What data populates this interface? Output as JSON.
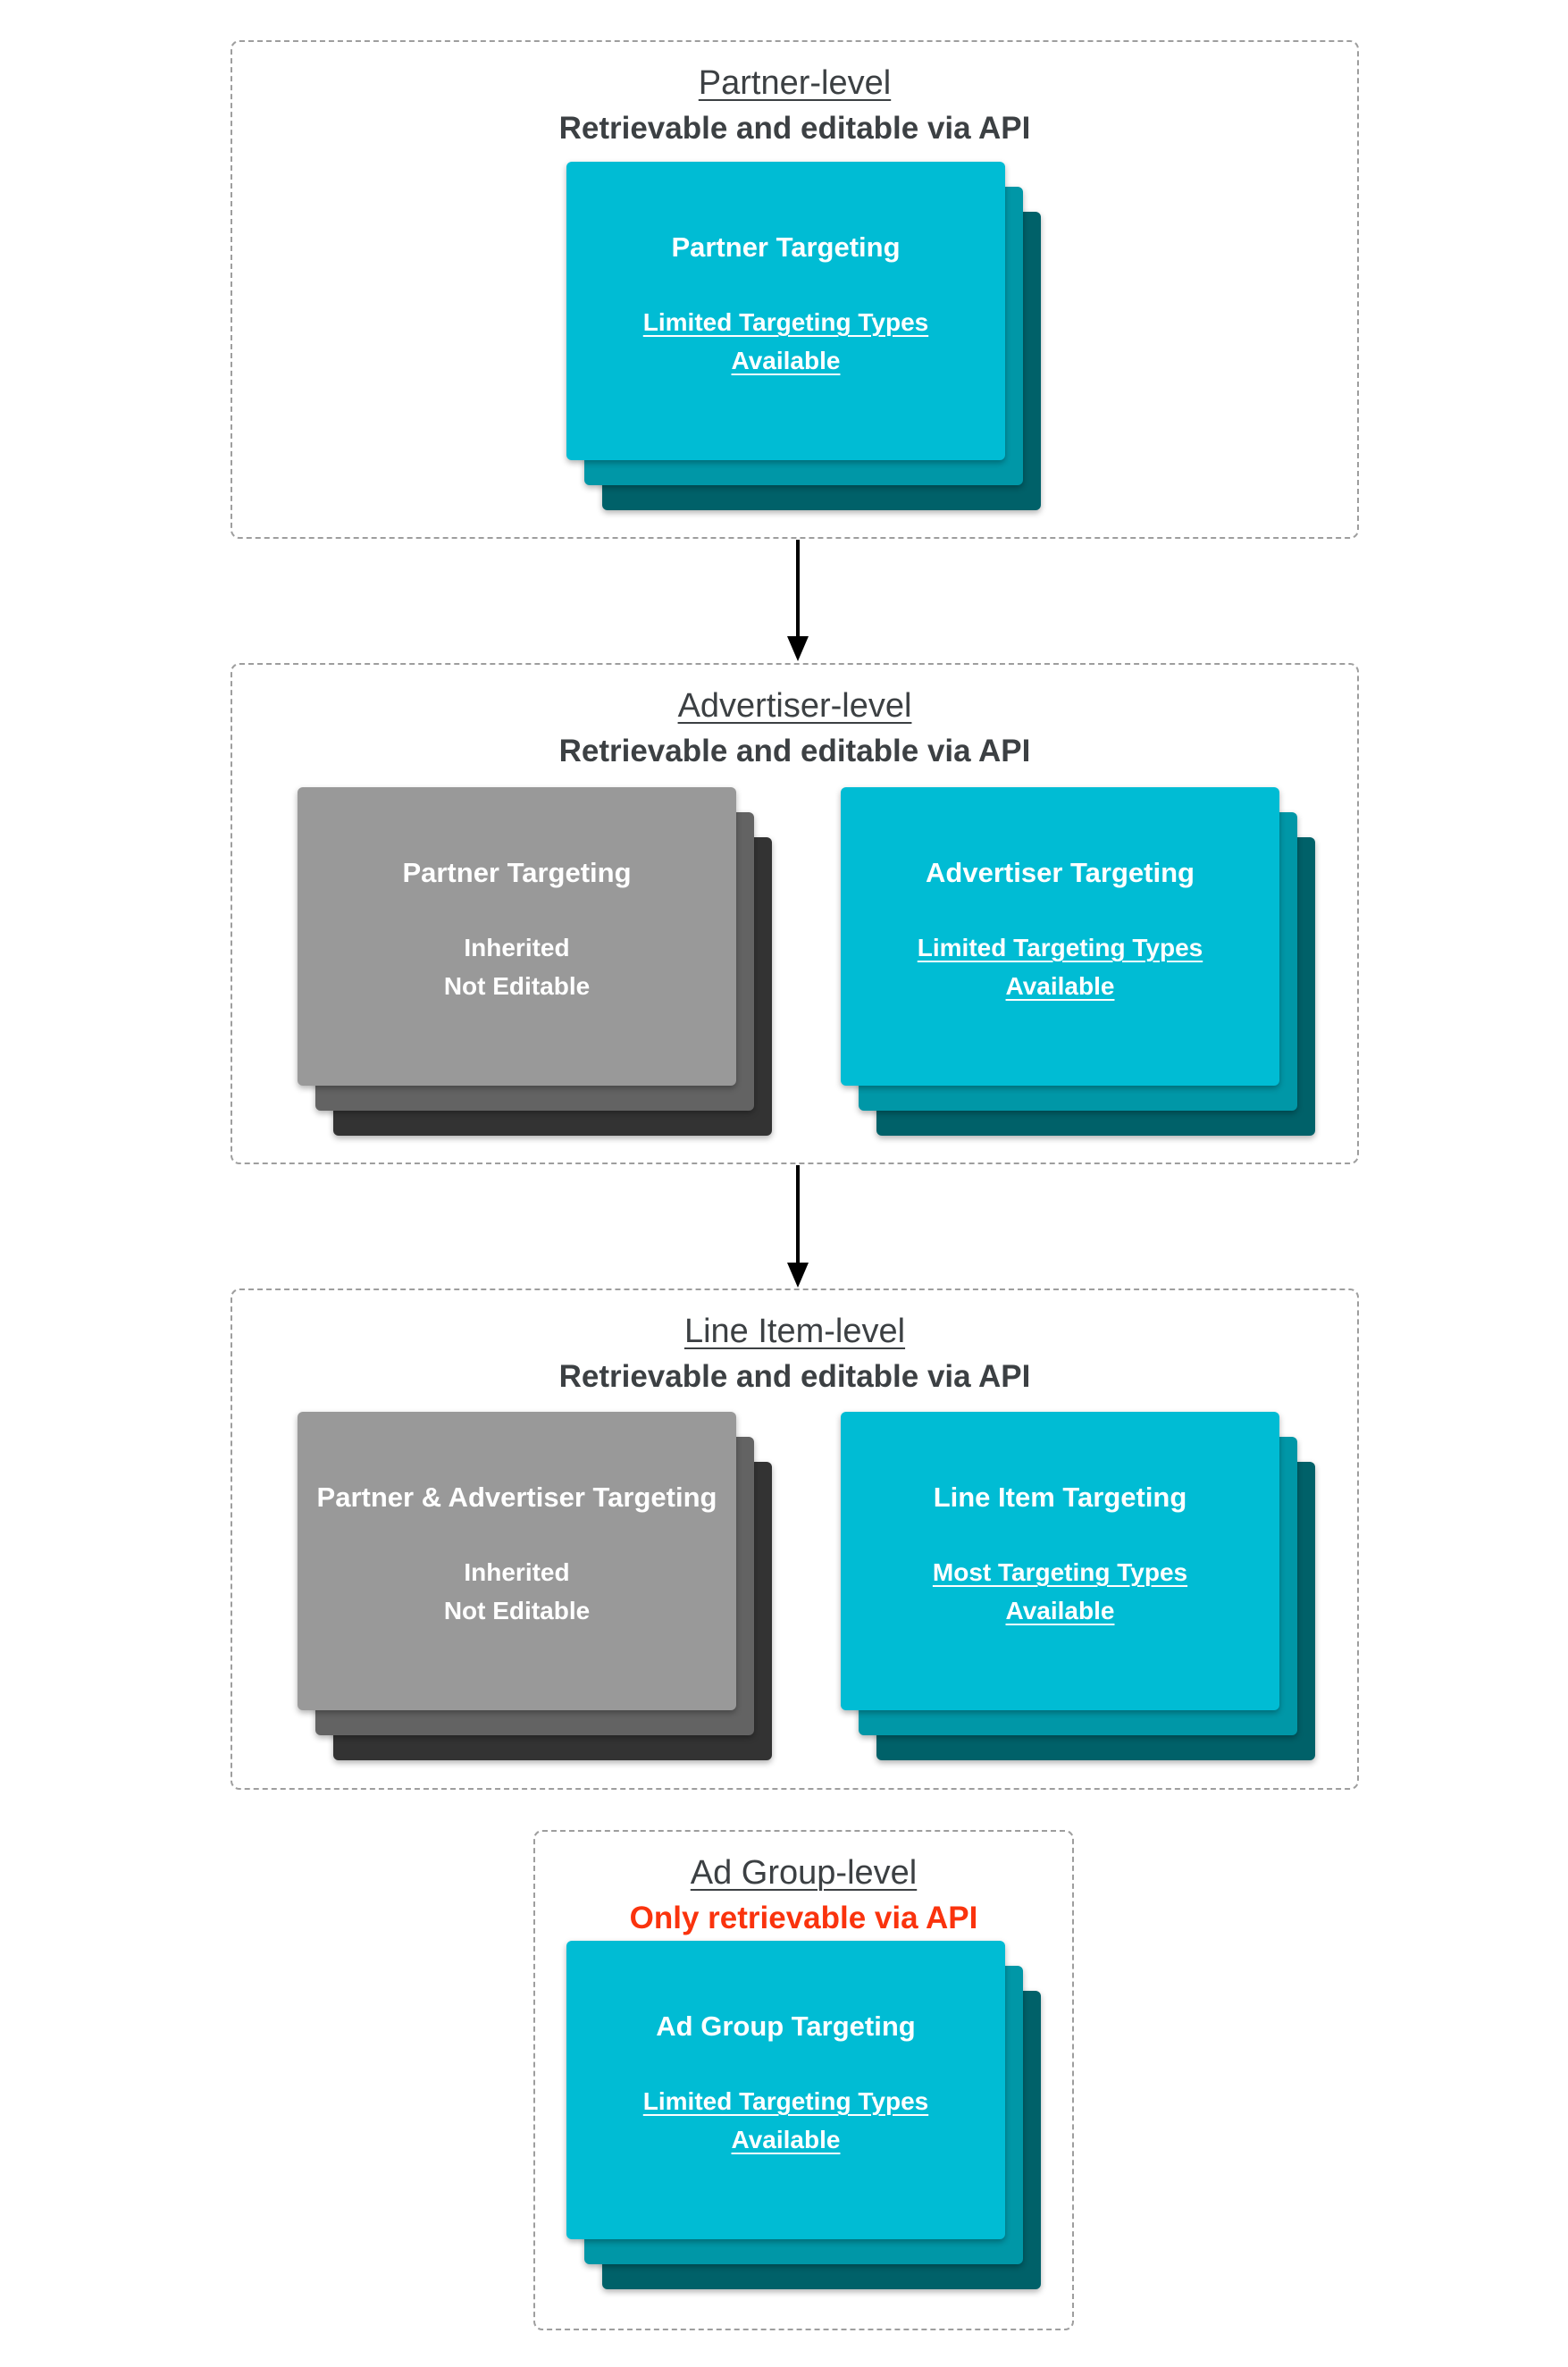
{
  "diagram": {
    "description": "Targeting hierarchy flow diagram with four levels connected by arrows",
    "colors": {
      "teal_card_front": "#00bcd4",
      "teal_card_middle": "#0097a7",
      "teal_card_back": "#006169",
      "gray_card_front": "#999999",
      "gray_card_middle": "#636363",
      "gray_card_back": "#333333",
      "header_text": "#3c4043",
      "red_subtitle_text": "#fa330d",
      "dashed_border": "#9e9e9e",
      "card_text": "#ffffff",
      "arrow": "#000000"
    },
    "sections": [
      {
        "title": "Partner-level",
        "subtitle": "Retrievable and editable via API",
        "subtitle_style": "dark",
        "cards": [
          {
            "variant": "teal",
            "title": "Partner Targeting",
            "sub_lines": [
              "Limited Targeting Types",
              "Available"
            ],
            "sub_underlined": true
          }
        ],
        "arrow_after": true
      },
      {
        "title": "Advertiser-level",
        "subtitle": "Retrievable and editable via API",
        "subtitle_style": "dark",
        "cards": [
          {
            "variant": "gray",
            "title": "Partner Targeting",
            "sub_lines": [
              "Inherited",
              "Not Editable"
            ],
            "sub_underlined": false
          },
          {
            "variant": "teal",
            "title": "Advertiser Targeting",
            "sub_lines": [
              "Limited Targeting Types",
              "Available"
            ],
            "sub_underlined": true
          }
        ],
        "arrow_after": true
      },
      {
        "title": "Line Item-level",
        "subtitle": "Retrievable and editable via API",
        "subtitle_style": "dark",
        "cards": [
          {
            "variant": "gray",
            "title": "Partner & Advertiser Targeting",
            "sub_lines": [
              "Inherited",
              "Not Editable"
            ],
            "sub_underlined": false
          },
          {
            "variant": "teal",
            "title": "Line Item Targeting",
            "sub_lines": [
              "Most Targeting Types",
              "Available"
            ],
            "sub_underlined": true
          }
        ],
        "arrow_after": false
      },
      {
        "title": "Ad Group-level",
        "subtitle": "Only retrievable via API",
        "subtitle_style": "red",
        "cards": [
          {
            "variant": "teal",
            "title": "Ad Group Targeting",
            "sub_lines": [
              "Limited Targeting Types",
              "Available"
            ],
            "sub_underlined": true
          }
        ],
        "arrow_after": false
      }
    ]
  }
}
